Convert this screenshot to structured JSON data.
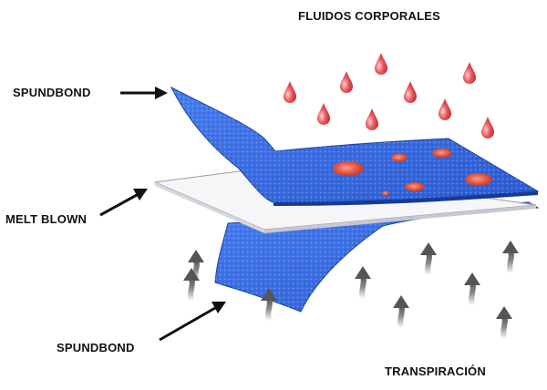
{
  "labels": {
    "fluidos": "FLUIDOS CORPORALES",
    "spundbond_top": "SPUNDBOND",
    "melt_blown": "MELT BLOWN",
    "spundbond_bottom": "SPUNDBOND",
    "transpiracion": "TRANSPIRACIÓN"
  },
  "colors": {
    "fabric": "#3b6fe0",
    "fabric_dark": "#1f47b8",
    "meltblown": "#f4f4f6",
    "drop": "#e0444a",
    "arrow_label": "#111111",
    "flow_arrow": "#6b6b6b"
  },
  "icons": {
    "drop": "droplet-icon",
    "flow": "up-arrow-icon",
    "pointer": "pointer-arrow-icon"
  }
}
